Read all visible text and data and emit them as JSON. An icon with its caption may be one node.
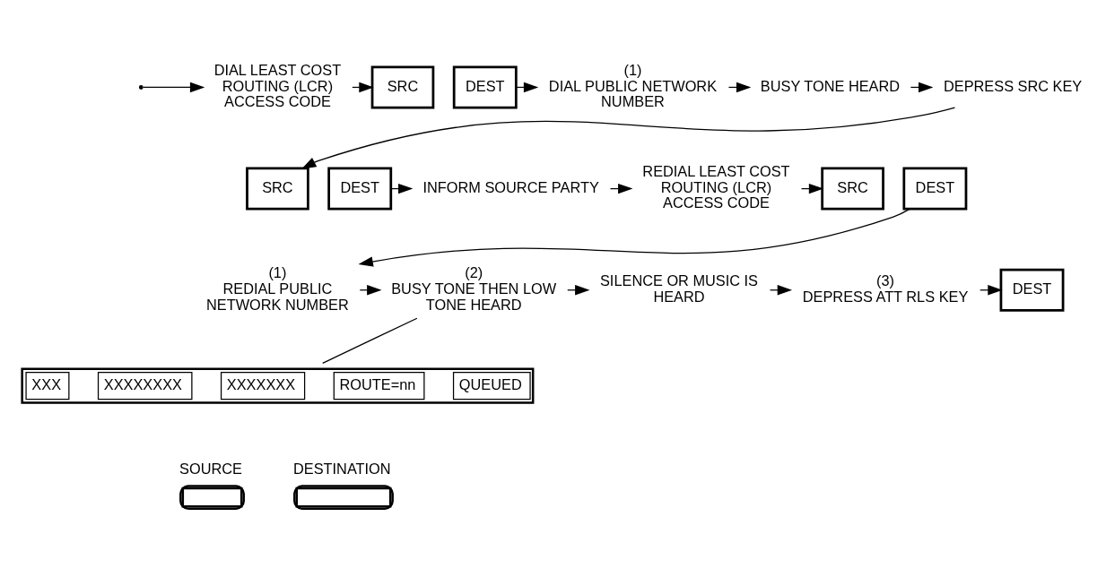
{
  "diagram": {
    "nodes": [
      {
        "text": [
          "DIAL LEAST COST ROUTING (LCR) ACCESS CODE"
        ]
      },
      {
        "text": [
          "SRC"
        ]
      },
      {
        "text": [
          "DEST"
        ]
      },
      {
        "text": [
          "(1)",
          "DIAL PUBLIC NETWORK NUMBER"
        ]
      },
      {
        "text": [
          "BUSY TONE HEARD"
        ]
      },
      {
        "text": [
          "DEPRESS SRC KEY"
        ]
      },
      {
        "text": [
          "SRC"
        ]
      },
      {
        "text": [
          "DEST"
        ]
      },
      {
        "text": [
          "INFORM SOURCE PARTY"
        ]
      },
      {
        "text": [
          "REDIAL LEAST COST ROUTING (LCR) ACCESS CODE"
        ]
      },
      {
        "text": [
          "SRC"
        ]
      },
      {
        "text": [
          "DEST"
        ]
      },
      {
        "text": [
          "(1)",
          "REDIAL PUBLIC NETWORK NUMBER"
        ]
      },
      {
        "text": [
          "(2)",
          "BUSY TONE THEN LOW TONE HEARD"
        ]
      },
      {
        "text": [
          "SILENCE OR MUSIC IS HEARD"
        ]
      },
      {
        "text": [
          "(3)",
          "DEPRESS ATT RLS KEY"
        ]
      },
      {
        "text": [
          "DEST"
        ]
      },
      {
        "text": [
          "XXX",
          "XXXXXXXX",
          "XXXXXXX",
          "ROUTE=nn",
          "QUEUED"
        ]
      },
      {
        "text": [
          "SOURCE"
        ]
      },
      {
        "text": [
          "DESTINATION"
        ]
      }
    ],
    "edges": [
      {
        "from": null,
        "to": 0,
        "arrow": "to"
      },
      {
        "from": 0,
        "to": 1,
        "arrow": "to"
      },
      {
        "from": 2,
        "to": 3,
        "arrow": "to"
      },
      {
        "from": 3,
        "to": 4,
        "arrow": "to"
      },
      {
        "from": 4,
        "to": 5,
        "arrow": "to"
      },
      {
        "from": 5,
        "to": 6,
        "arrow": "to"
      },
      {
        "from": 7,
        "to": 8,
        "arrow": "to"
      },
      {
        "from": 8,
        "to": 9,
        "arrow": "to"
      },
      {
        "from": 9,
        "to": 10,
        "arrow": "to"
      },
      {
        "from": 11,
        "to": 12,
        "arrow": "to"
      },
      {
        "from": 12,
        "to": 13,
        "arrow": "to"
      },
      {
        "from": 13,
        "to": 14,
        "arrow": "to"
      },
      {
        "from": 14,
        "to": 15,
        "arrow": "to"
      },
      {
        "from": 15,
        "to": 16,
        "arrow": "to"
      },
      {
        "from": 13,
        "to": 17,
        "arrow": "none"
      }
    ]
  }
}
